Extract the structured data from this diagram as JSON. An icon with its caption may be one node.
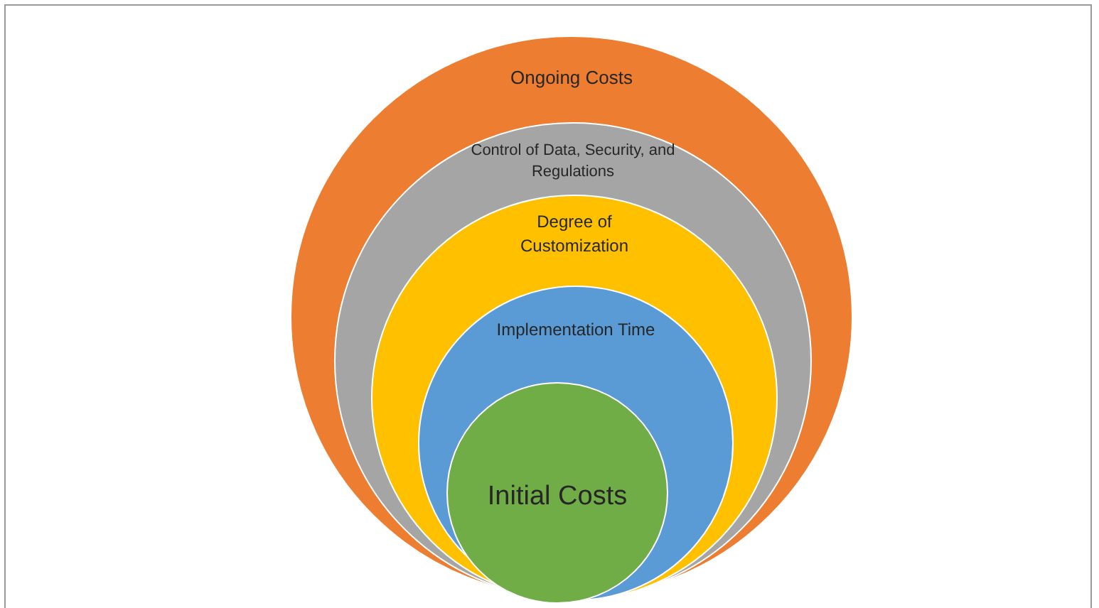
{
  "diagram": {
    "nodes": [
      {
        "text": [
          "Ongoing Costs"
        ]
      },
      {
        "text": [
          "Control of Data, Security, and Regulations"
        ],
        "in": 0
      },
      {
        "text": [
          "Degree of Customization"
        ],
        "in": 1
      },
      {
        "text": [
          "Implementation Time"
        ],
        "in": 2
      },
      {
        "text": [
          "Initial Costs"
        ],
        "in": 3
      }
    ]
  }
}
